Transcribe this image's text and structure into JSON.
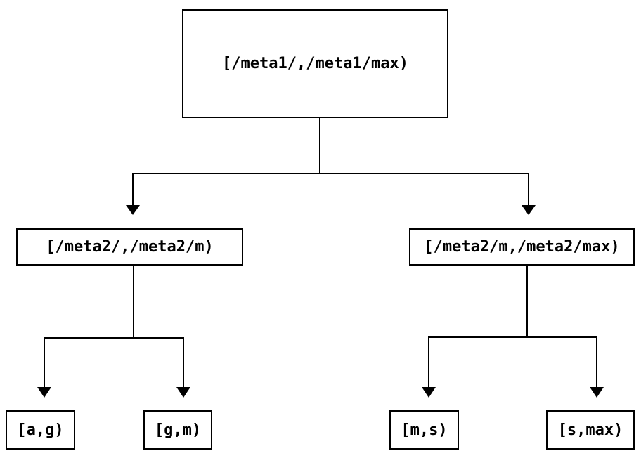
{
  "diagram": {
    "type": "tree",
    "background_color": "#ffffff",
    "stroke_color": "#000000",
    "nodes": {
      "root": {
        "label": "[/meta1/,/meta1/max)"
      },
      "left": {
        "label": "[/meta2/,/meta2/m)"
      },
      "right": {
        "label": "[/meta2/m,/meta2/max)"
      },
      "leaf_ag": {
        "label": "[a,g)"
      },
      "leaf_gm": {
        "label": "[g,m)"
      },
      "leaf_ms": {
        "label": "[m,s)"
      },
      "leaf_smax": {
        "label": "[s,max)"
      }
    },
    "edges": [
      {
        "from": "root",
        "to": "left"
      },
      {
        "from": "root",
        "to": "right"
      },
      {
        "from": "left",
        "to": "leaf_ag"
      },
      {
        "from": "left",
        "to": "leaf_gm"
      },
      {
        "from": "right",
        "to": "leaf_ms"
      },
      {
        "from": "right",
        "to": "leaf_smax"
      }
    ]
  }
}
